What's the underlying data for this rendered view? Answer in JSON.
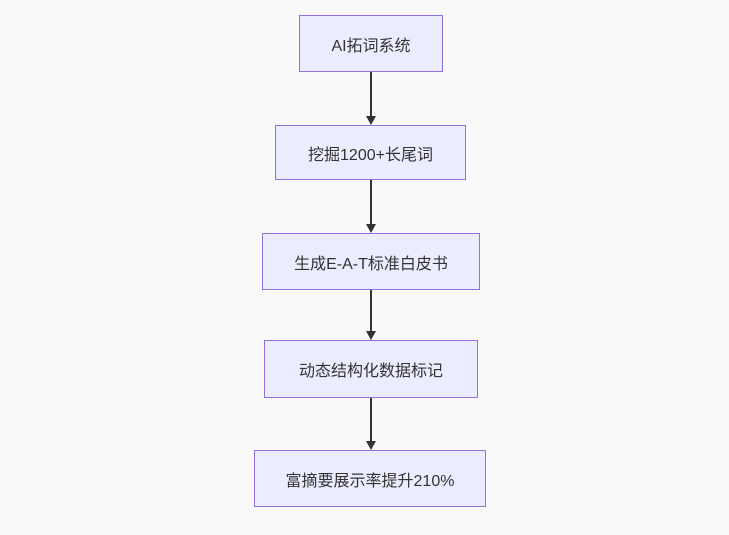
{
  "diagram": {
    "type": "flowchart",
    "direction": "top-down",
    "nodes": [
      {
        "label": "AI拓词系统"
      },
      {
        "label": "挖掘1200+长尾词"
      },
      {
        "label": "生成E-A-T标准白皮书"
      },
      {
        "label": "动态结构化数据标记"
      },
      {
        "label": "富摘要展示率提升210%"
      }
    ],
    "edges": [
      {
        "from": 1,
        "to": 2
      },
      {
        "from": 2,
        "to": 3
      },
      {
        "from": 3,
        "to": 4
      },
      {
        "from": 4,
        "to": 5
      }
    ],
    "colors": {
      "node_fill": "#ECECFF",
      "node_border": "#9370DB",
      "node_text": "#333333",
      "arrow": "#333333",
      "background": "#F9F9F9"
    }
  }
}
